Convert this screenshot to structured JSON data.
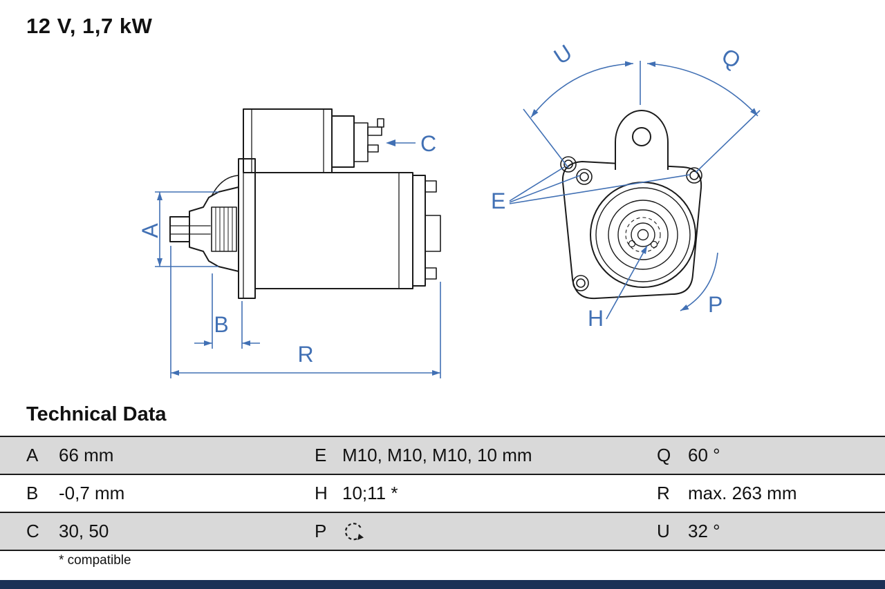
{
  "title": "12 V, 1,7 kW",
  "colors": {
    "accent_blue": "#4170b4",
    "table_row_gray": "#d9d9d9",
    "footer_navy": "#1b3156",
    "line_black": "#1a1a1a"
  },
  "diagram": {
    "labels": {
      "a": "A",
      "b": "B",
      "c": "C",
      "r": "R",
      "e": "E",
      "h": "H",
      "p": "P",
      "q": "Q",
      "u": "U"
    }
  },
  "table": {
    "heading": "Technical Data",
    "footnote": "* compatible",
    "rows": [
      {
        "cells": [
          {
            "key": "A",
            "value": "66 mm"
          },
          {
            "key": "E",
            "value": "M10, M10, M10, 10 mm"
          },
          {
            "key": "Q",
            "value": "60 °"
          }
        ]
      },
      {
        "cells": [
          {
            "key": "B",
            "value": "-0,7 mm"
          },
          {
            "key": "H",
            "value": "10;11 *"
          },
          {
            "key": "R",
            "value": "max. 263 mm"
          }
        ]
      },
      {
        "cells": [
          {
            "key": "C",
            "value": "30, 50"
          },
          {
            "key": "P",
            "value": "",
            "icon": "rotation-direction"
          },
          {
            "key": "U",
            "value": "32 °"
          }
        ]
      }
    ]
  }
}
